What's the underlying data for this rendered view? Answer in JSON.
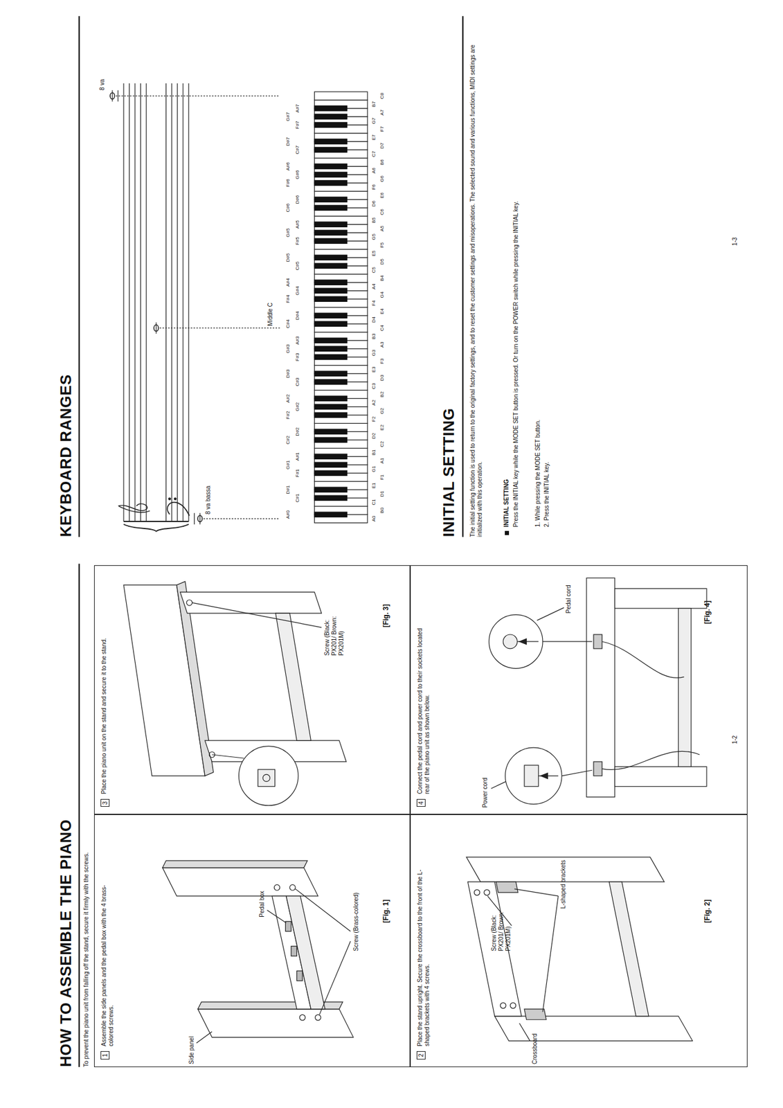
{
  "diagram": {
    "title": "HOW TO ASSEMBLE THE PIANO",
    "nodes": [
      {
        "text": [
          "1",
          "Assemble the side panels and the pedal box with the 4 brass-colored screws."
        ]
      },
      {
        "text": [
          "2",
          "Place the stand upright. Secure the crossboard to the front of the L-shaped brackets with 4 screws."
        ]
      },
      {
        "text": [
          "3",
          "Place the piano unit on the stand and secure it to the stand."
        ]
      },
      {
        "text": [
          "4",
          "Connect the pedal cord and power cord to their sockets located rear of the piano unit as shown below."
        ]
      }
    ],
    "labels": [
      "To prevent the piano unit from falling off the stand, secure it firmly with the screws.",
      "Side panel",
      "Pedal box",
      "Screw (Brass-colored)",
      "[Fig. 1]",
      "Crossboard",
      "Screw (Black: PX201/ Brown: PX201M)",
      "L-shaped brackets",
      "[Fig. 2]",
      "Screw (Black: PX201/ Brown: PX201M)",
      "[Fig. 3]",
      "Power cord",
      "Pedal cord",
      "[Fig. 4]",
      "1-2",
      "KEYBOARD RANGES",
      "8 va bassa",
      "Middle C",
      "8 va",
      "A0",
      "B0",
      "C1",
      "D1",
      "E1",
      "F1",
      "G1",
      "A1",
      "B1",
      "C2",
      "D2",
      "E2",
      "F2",
      "G2",
      "A2",
      "B2",
      "C3",
      "D3",
      "E3",
      "F3",
      "G3",
      "A3",
      "B3",
      "C4",
      "D4",
      "E4",
      "F4",
      "G4",
      "A4",
      "B4",
      "C5",
      "D5",
      "E5",
      "F5",
      "G5",
      "A5",
      "B5",
      "C6",
      "D6",
      "E6",
      "F6",
      "G6",
      "A6",
      "B6",
      "C7",
      "D7",
      "E7",
      "F7",
      "G7",
      "A7",
      "B7",
      "C8",
      "A#0",
      "C#1",
      "D#1",
      "F#1",
      "G#1",
      "A#1",
      "C#2",
      "D#2",
      "F#2",
      "G#2",
      "A#2",
      "C#3",
      "D#3",
      "F#3",
      "G#3",
      "A#3",
      "C#4",
      "D#4",
      "F#4",
      "G#4",
      "A#4",
      "C#5",
      "D#5",
      "F#5",
      "G#5",
      "A#5",
      "C#6",
      "D#6",
      "F#6",
      "G#6",
      "A#6",
      "C#7",
      "D#7",
      "F#7",
      "G#7",
      "A#7",
      "INITIAL SETTING",
      "The initial setting function is used to return to the original factory settings, and to reset the customer settings and misoperations. The selected sound and various functions, MIDI settings are initialized with this operation.",
      "INITIAL SETTING",
      "Press the INITIAL key while the MODE SET button is pressed. Or turn on the POWER switch while pressing the INITIAL key.",
      "1. While pressing the MODE SET button.",
      "2. Press the INITIAL key.",
      "1-3"
    ]
  }
}
